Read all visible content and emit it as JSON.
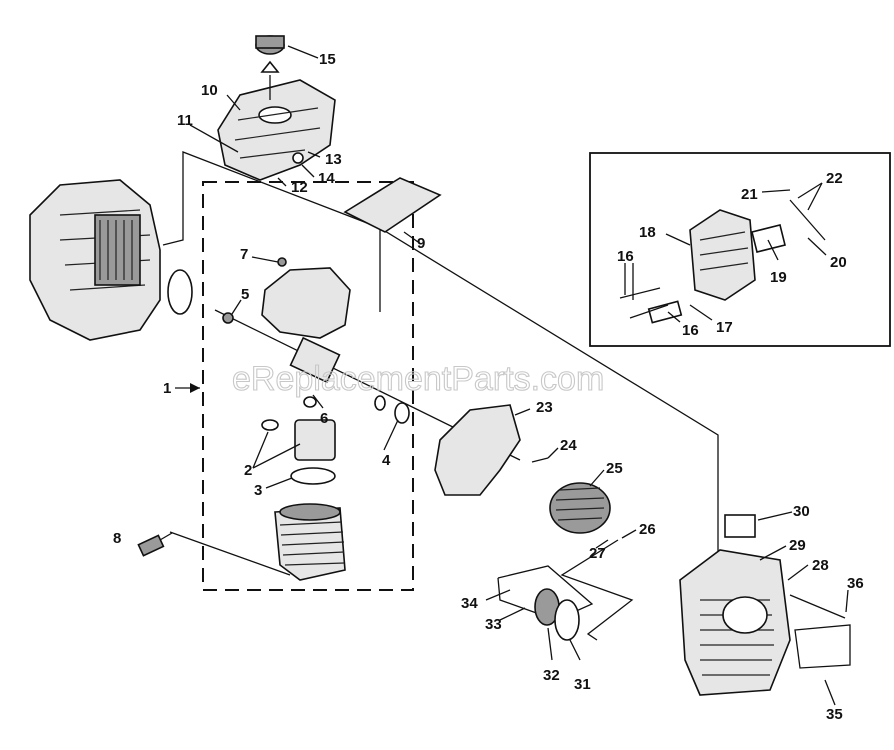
{
  "watermark": "eReplacementParts.com",
  "callouts": [
    "1",
    "2",
    "3",
    "4",
    "5",
    "6",
    "7",
    "8",
    "9",
    "10",
    "11",
    "12",
    "13",
    "14",
    "15",
    "16",
    "16",
    "17",
    "18",
    "19",
    "20",
    "21",
    "22",
    "23",
    "24",
    "25",
    "26",
    "27",
    "28",
    "29",
    "30",
    "31",
    "32",
    "33",
    "34",
    "35",
    "36"
  ]
}
